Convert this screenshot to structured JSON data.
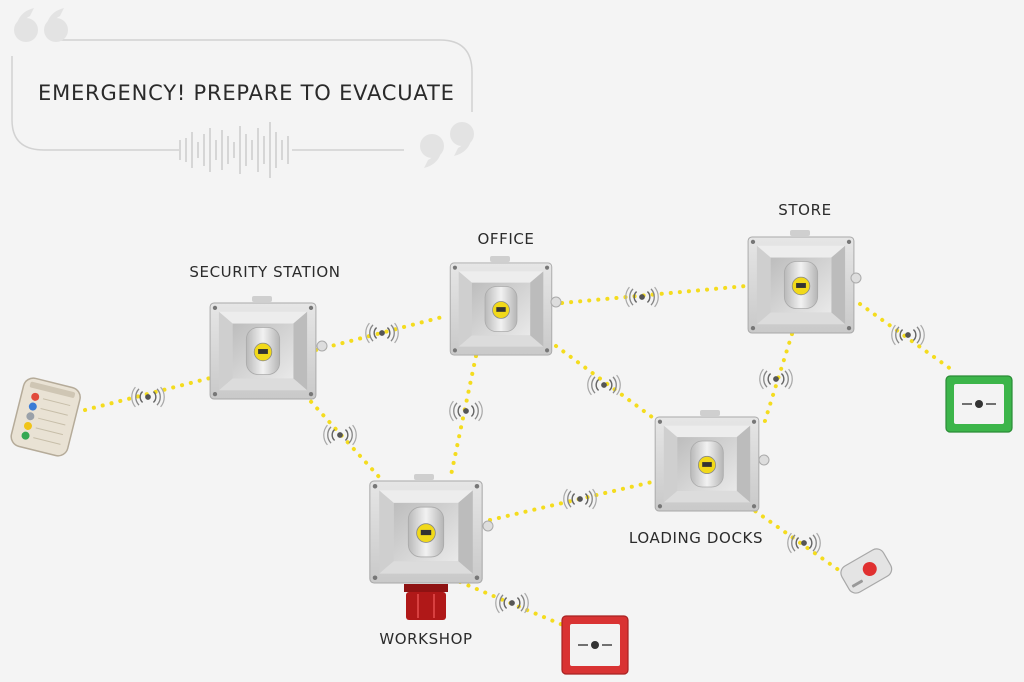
{
  "banner": {
    "message": "EMERGENCY! PREPARE TO EVACUATE"
  },
  "locations": {
    "security": "SECURITY STATION",
    "office": "OFFICE",
    "store": "STORE",
    "loading": "LOADING DOCKS",
    "workshop": "WORKSHOP"
  },
  "colors": {
    "link": "#f4dc1e",
    "horn_body": "#d9d9d9",
    "call_point_red": "#d93333",
    "call_point_green": "#3cb54a",
    "beacon_red": "#b01818"
  },
  "icons": {
    "wireless": "wireless-signal-icon",
    "remote": "remote-control-icon",
    "call_point": "manual-call-point-icon",
    "pendant": "panic-button-icon",
    "horn": "sounder-horn-icon",
    "beacon": "beacon-light-icon"
  }
}
